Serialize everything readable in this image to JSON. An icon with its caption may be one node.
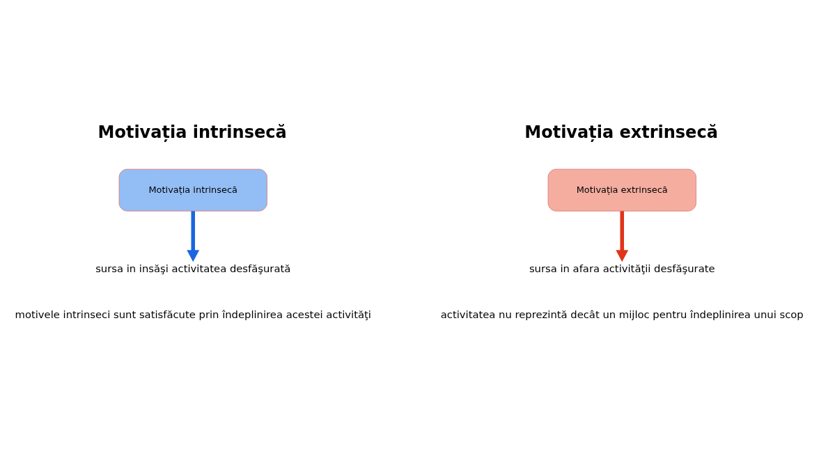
{
  "diagram": {
    "nodes": [
      {
        "text": [
          "Motivația intrinsecă"
        ]
      },
      {
        "text": [
          "Motivația extrinsecă"
        ]
      },
      {
        "text": [
          "sursa in insăşi activitatea desfăşurată"
        ]
      },
      {
        "text": [
          "sursa in afara activităţii desfăşurate"
        ]
      }
    ],
    "edges": [
      {
        "from": 0,
        "to": 2,
        "arrow": "to",
        "color": "#1a66e0"
      },
      {
        "from": 1,
        "to": 3,
        "arrow": "to",
        "color": "#e0341a"
      }
    ],
    "labels": [
      "Motivația intrinsecă",
      "Motivația extrinsecă",
      "motivele intrinseci sunt satisfăcute prin îndeplinirea acestei activităţi",
      "activitatea nu reprezintă decât un mijloc pentru îndeplinirea unui scop"
    ]
  }
}
